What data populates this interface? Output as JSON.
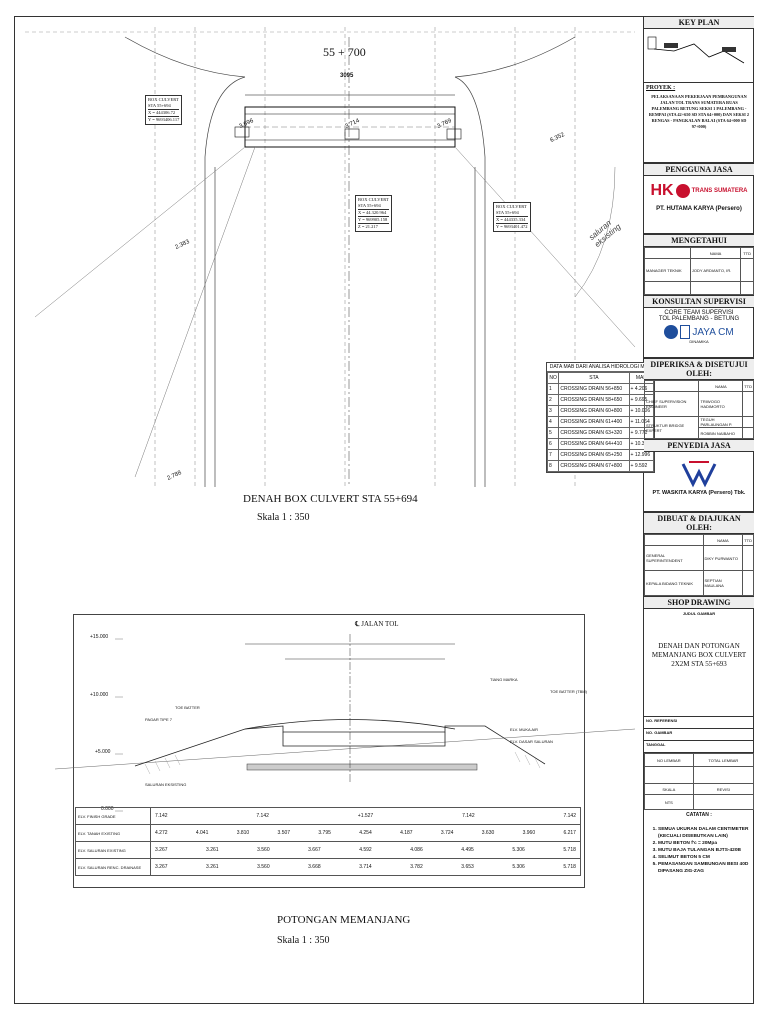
{
  "plan": {
    "station_title": "55 + 700",
    "dim_3095": "3095",
    "box_culvert_left": [
      "BOX CULVERT",
      "STA 55+694",
      "X = 444306.72",
      "Y = 9693406.117"
    ],
    "box_culvert_center": [
      "BOX CULVERT",
      "STA 55+694",
      "X = 44.320.964",
      "Y = 969905.158",
      "Z = 21.217"
    ],
    "box_culvert_right": [
      "BOX CULVERT",
      "STA 55+694",
      "X = 444335.334",
      "Y = 9693401.472"
    ],
    "dims": [
      "3.696",
      "3.714",
      "3.769",
      "2.383",
      "6.352",
      "2.788"
    ],
    "saluran_label": "saluran eksisting",
    "title": "DENAH BOX CULVERT STA 55+694",
    "scale": "Skala 1 : 350"
  },
  "mab_table": {
    "caption": "DATA MAB DARI ANALISA HIDROLOGI MPB",
    "headers": [
      "NO",
      "STA",
      "MAB"
    ],
    "rows": [
      [
        "1",
        "CROSSING DRAIN 56+850",
        "+ 4.206"
      ],
      [
        "2",
        "CROSSING DRAIN 58+650",
        "+ 9.695"
      ],
      [
        "3",
        "CROSSING DRAIN 60+800",
        "+ 10.006"
      ],
      [
        "4",
        "CROSSING DRAIN 61+400",
        "+ 11.064"
      ],
      [
        "5",
        "CROSSING DRAIN 63+320",
        "+ 9.771"
      ],
      [
        "6",
        "CROSSING DRAIN 64+410",
        "+ 10.336"
      ],
      [
        "7",
        "CROSSING DRAIN 65+250",
        "+ 12.996"
      ],
      [
        "8",
        "CROSSING DRAIN 67+800",
        "+ 9.592"
      ]
    ]
  },
  "section": {
    "centerline": "JALAN TOL",
    "levels": [
      "+15.000",
      "+10.000",
      "+5.000",
      "0.000"
    ],
    "annot": [
      "TOE BATTER",
      "TIANG MARKA",
      "PAGAR TIPE 7",
      "ELV. MUKA AIR",
      "ELV. DASAR SALURAN",
      "SALURAN EKSISTING",
      "TOE BATTER (TBM)"
    ],
    "rows": [
      {
        "label": "ELV. FINISH GRADE",
        "values": [
          "7.142",
          "7.142",
          "+1.527",
          "7.142",
          "7.142"
        ]
      },
      {
        "label": "ELV. TANAH EXISTING",
        "values": [
          "4.272",
          "4.041",
          "3.810",
          "3.507",
          "3.795",
          "4.254",
          "4.187",
          "3.724",
          "3.630",
          "3.960",
          "6.217"
        ]
      },
      {
        "label": "ELV. SALURAN EXISTING",
        "values": [
          "3.267",
          "3.261",
          "3.560",
          "3.667",
          "4.592",
          "4.086",
          "4.495",
          "5.306",
          "5.718"
        ]
      },
      {
        "label": "ELV. SALURAN RENC. DRAINASE",
        "values": [
          "3.267",
          "3.261",
          "3.560",
          "3.668",
          "3.714",
          "3.782",
          "3.653",
          "5.306",
          "5.718"
        ]
      }
    ],
    "title": "POTONGAN MEMANJANG",
    "scale": "Skala 1 : 350"
  },
  "title_block": {
    "key_plan": "KEY PLAN",
    "proyek_label": "PROYEK :",
    "proyek_text": "PELAKSANAAN PEKERJAAN PEMBANGUNAN JALAN TOL TRANS SUMATERA RUAS PALEMBANG BETUNG SEKSI 1 PALEMBANG - REMPAI (STA 42+650 SD STA 64+000) DAN SEKSI 2 RENGAS - PANGKALAN BALAI (STA 64+000 SD 97+000)",
    "pengguna_jasa": "PENGGUNA JASA",
    "hk_trans": "TRANS SUMATERA",
    "hutama": "PT. HUTAMA KARYA (Persero)",
    "mengetahui": "MENGETAHUI",
    "col_nama": "NAMA",
    "col_ttd": "TTD",
    "manager_role": "MANAGER TEKNIK",
    "manager_name": "JODY ARDIANTO, IR.",
    "konsultan": "KONSULTAN SUPERVISI",
    "core_team": "CORE TEAM SUPERVISI",
    "tol_pb": "TOL PALEMBANG - BETUNG",
    "jaya_cm": "JAYA CM",
    "dinamika": "DINAMIKA",
    "diperiksa": "DIPERIKSA & DISETUJUI OLEH:",
    "chief_role": "CHIEF SUPERVISION ENGINEER",
    "chief_name": "TRIWOGO HADIMORTO",
    "struct_role": "STRUKTUR BRIDGE EXPERT",
    "struct_name1": "TEGUH PARLAUNGAN P.",
    "struct_name2": "ROBBIN NAIBAHO",
    "penyedia": "PENYEDIA JASA",
    "waskita": "PT. WASKITA KARYA (Persero) Tbk.",
    "dibuat": "DIBUAT & DIAJUKAN OLEH:",
    "gm_role": "GENERAL SUPERINTENDENT",
    "gm_name": "DIKY PURWANTO",
    "kb_role": "KEPALA BIDANG TEKNIK",
    "kb_name": "SEPTIAN MAULANA",
    "shop_drawing": "SHOP DRAWING",
    "judul": "JUDUL GAMBAR",
    "judul_text": "DENAH DAN POTONGAN MEMANJANG BOX CULVERT 2X2M STA 55+693",
    "no_referensi": "NO. REFERENSI",
    "no_gambar": "NO. GAMBAR",
    "tanggal": "TANGGAL",
    "no_lembar": "NO LEMBAR",
    "total_lembar": "TOTAL LEMBAR",
    "skala": "SKALA",
    "revisi": "REVISI",
    "skala_val": "NTS",
    "catatan": "CATATAN :",
    "notes": [
      "SEMUA UKURAN DALAM CENTIMETER (KECUALI DISEBUTKAN LAIN)",
      "MUTU BETON f'c = 20Mpa",
      "MUTU BAJA TULANGAN BJTS-420B",
      "SELIMUT BETON 5 CM",
      "PEMASANGAN SAMBUNGAN BESI 40D DIPASANG ZIG-ZAG"
    ]
  }
}
